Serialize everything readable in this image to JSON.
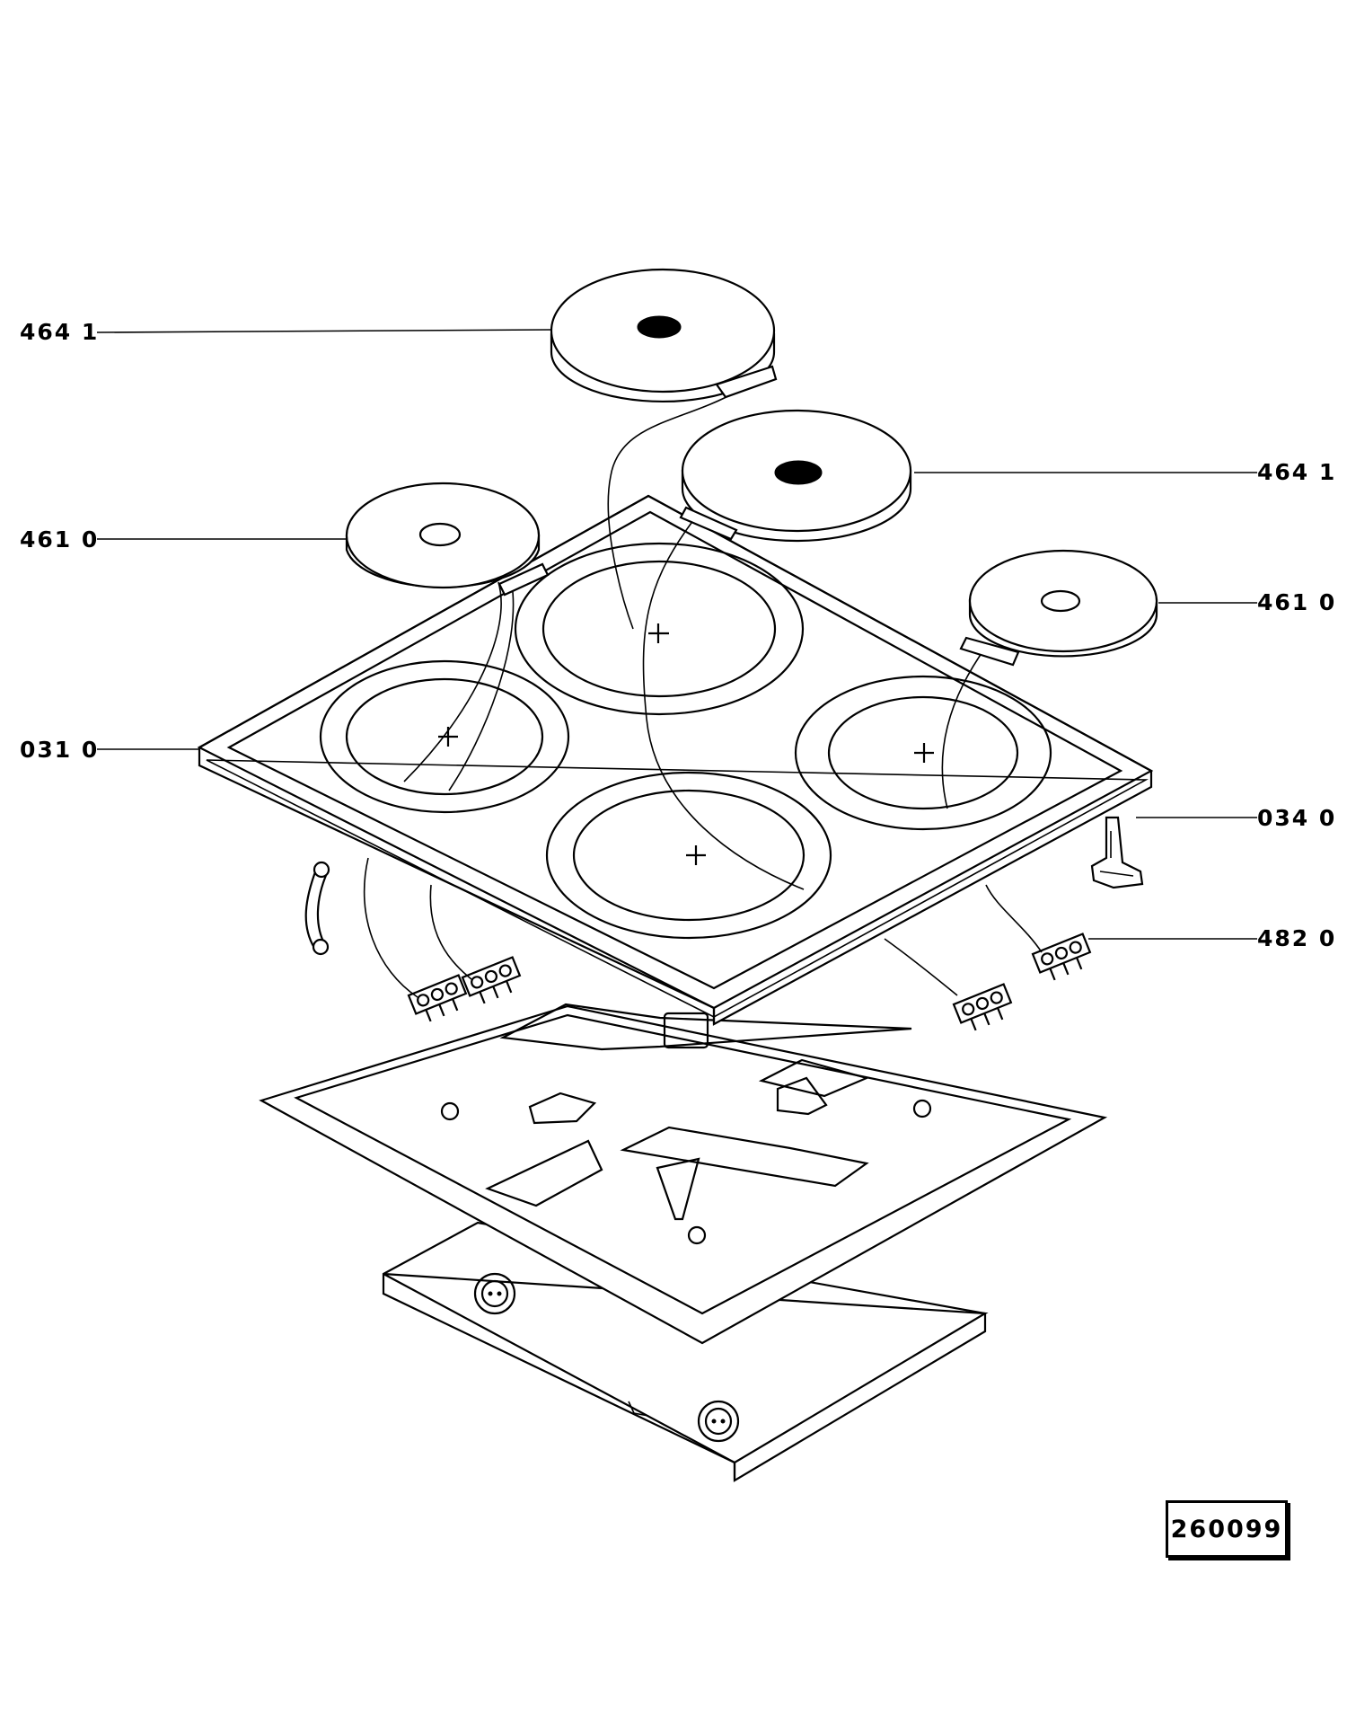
{
  "labels": {
    "hotplate_top_left_upper": "464 1",
    "hotplate_top_right_upper": "464 1",
    "hotplate_left_small": "461 0",
    "hotplate_right_small": "461 0",
    "ceramic_top": "031 0",
    "clip": "034 0",
    "terminal_block": "482 0"
  },
  "document_number": "260099"
}
